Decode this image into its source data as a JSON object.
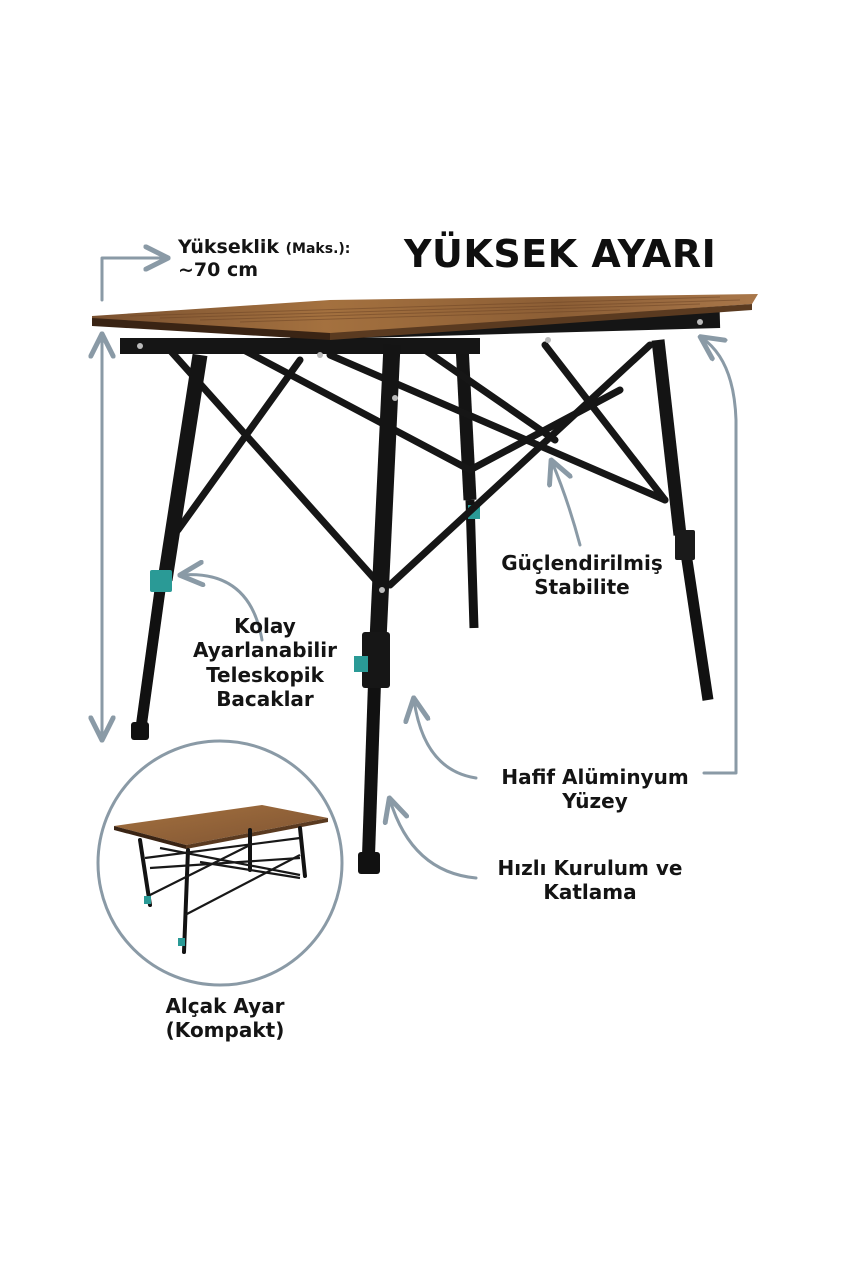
{
  "title": "YÜKSEK AYARI",
  "height": {
    "label": "Yükseklik",
    "qualifier": "(Maks.):",
    "value": "~70 cm"
  },
  "features": {
    "legs": [
      "Kolay",
      "Ayarlanabilir",
      "Teleskopik",
      "Bacaklar"
    ],
    "stability": [
      "Güçlendirilmiş",
      "Stabilite"
    ],
    "surface": [
      "Hafif Alüminyum",
      "Yüzey"
    ],
    "setup": [
      "Hızlı Kurulum ve",
      "Katlama"
    ]
  },
  "compact": [
    "Alçak Ayar",
    "(Kompakt)"
  ],
  "colors": {
    "arrow": "#8a9aa6",
    "frame": "#141414",
    "wood": "#9a6a3c",
    "accent": "#2a9a96"
  }
}
